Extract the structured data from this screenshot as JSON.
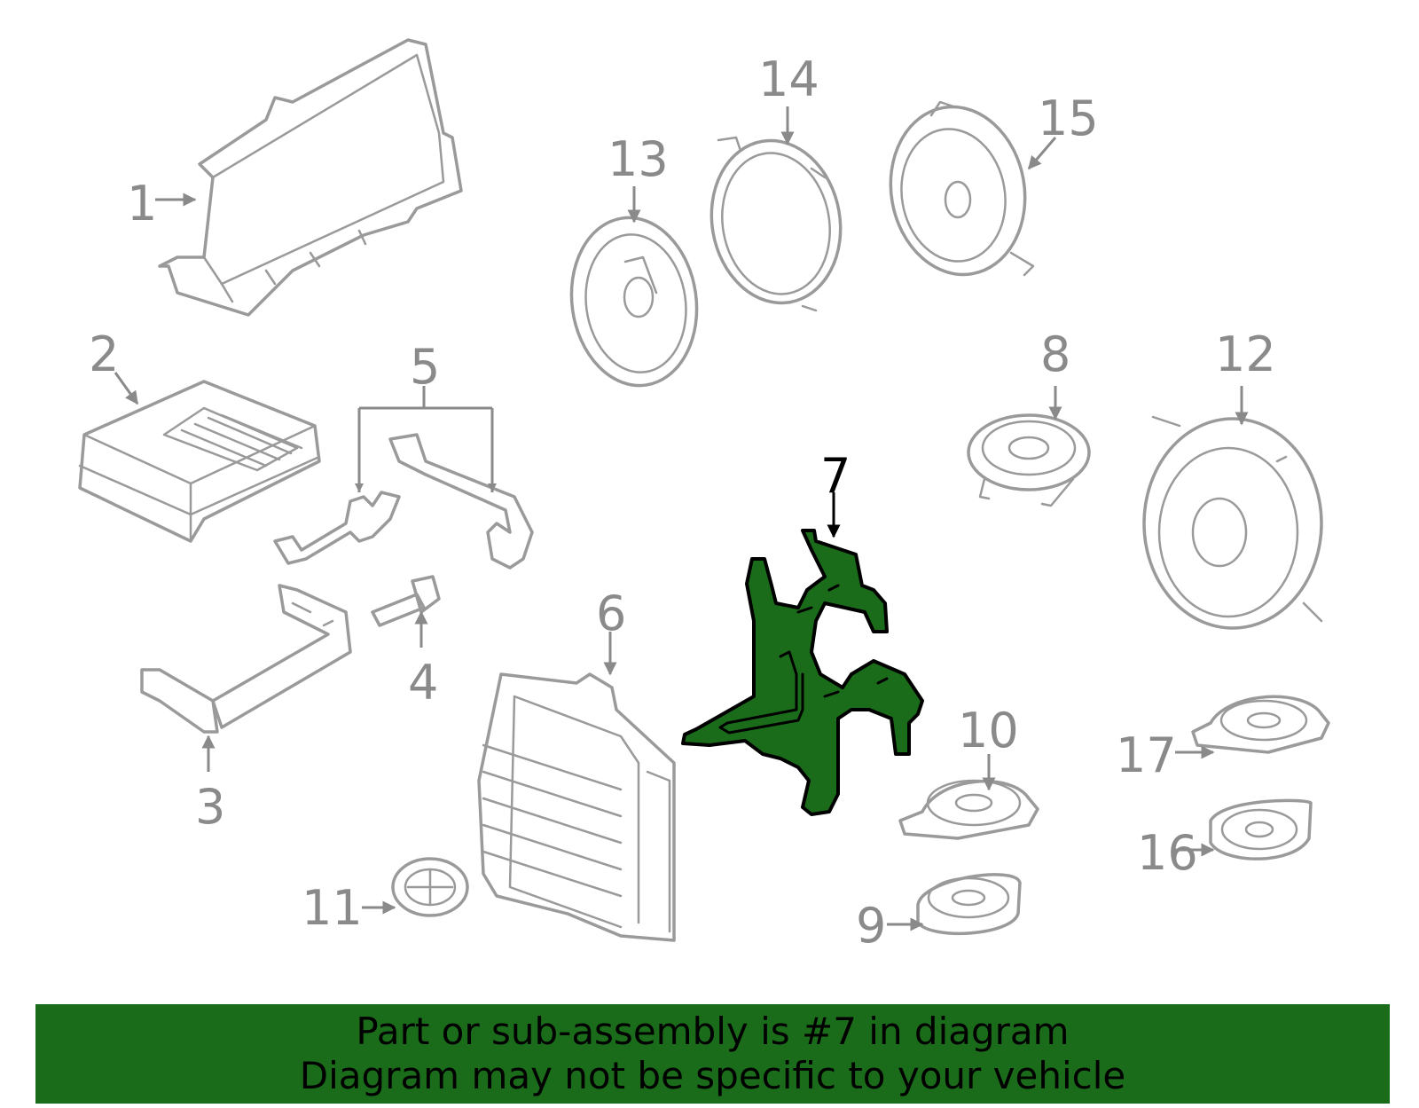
{
  "highlight": {
    "part_number": "7",
    "color": "#1a6c1a"
  },
  "callouts": {
    "c1": "1",
    "c2": "2",
    "c3": "3",
    "c4": "4",
    "c5": "5",
    "c6": "6",
    "c7": "7",
    "c8": "8",
    "c9": "9",
    "c10": "10",
    "c11": "11",
    "c12": "12",
    "c13": "13",
    "c14": "14",
    "c15": "15",
    "c16": "16",
    "c17": "17"
  },
  "banner": {
    "line1": "Part or sub-assembly is #7 in diagram",
    "line2": "Diagram may not be specific to your vehicle"
  }
}
